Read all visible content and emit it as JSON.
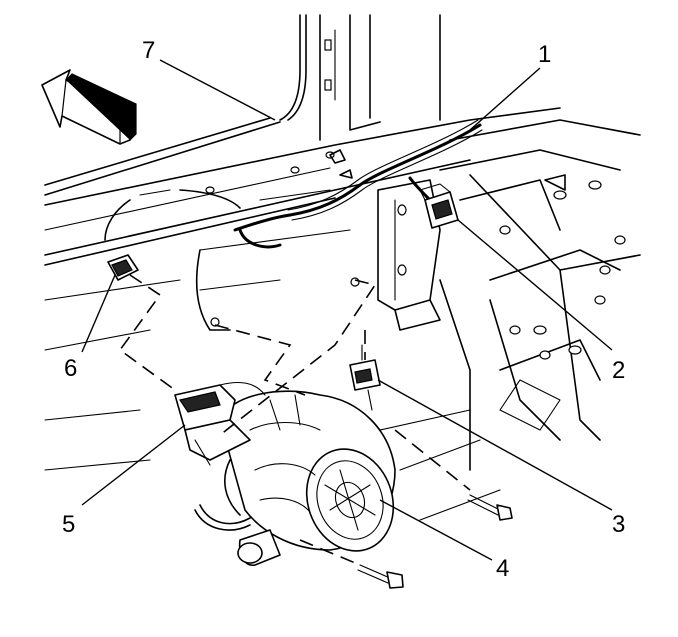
{
  "callouts": {
    "c1": "1",
    "c2": "2",
    "c3": "3",
    "c4": "4",
    "c5": "5",
    "c6": "6",
    "c7": "7"
  },
  "colors": {
    "ink": "#000000",
    "paper": "#ffffff"
  },
  "icons": {
    "direction": "forward-arrow-icon"
  }
}
